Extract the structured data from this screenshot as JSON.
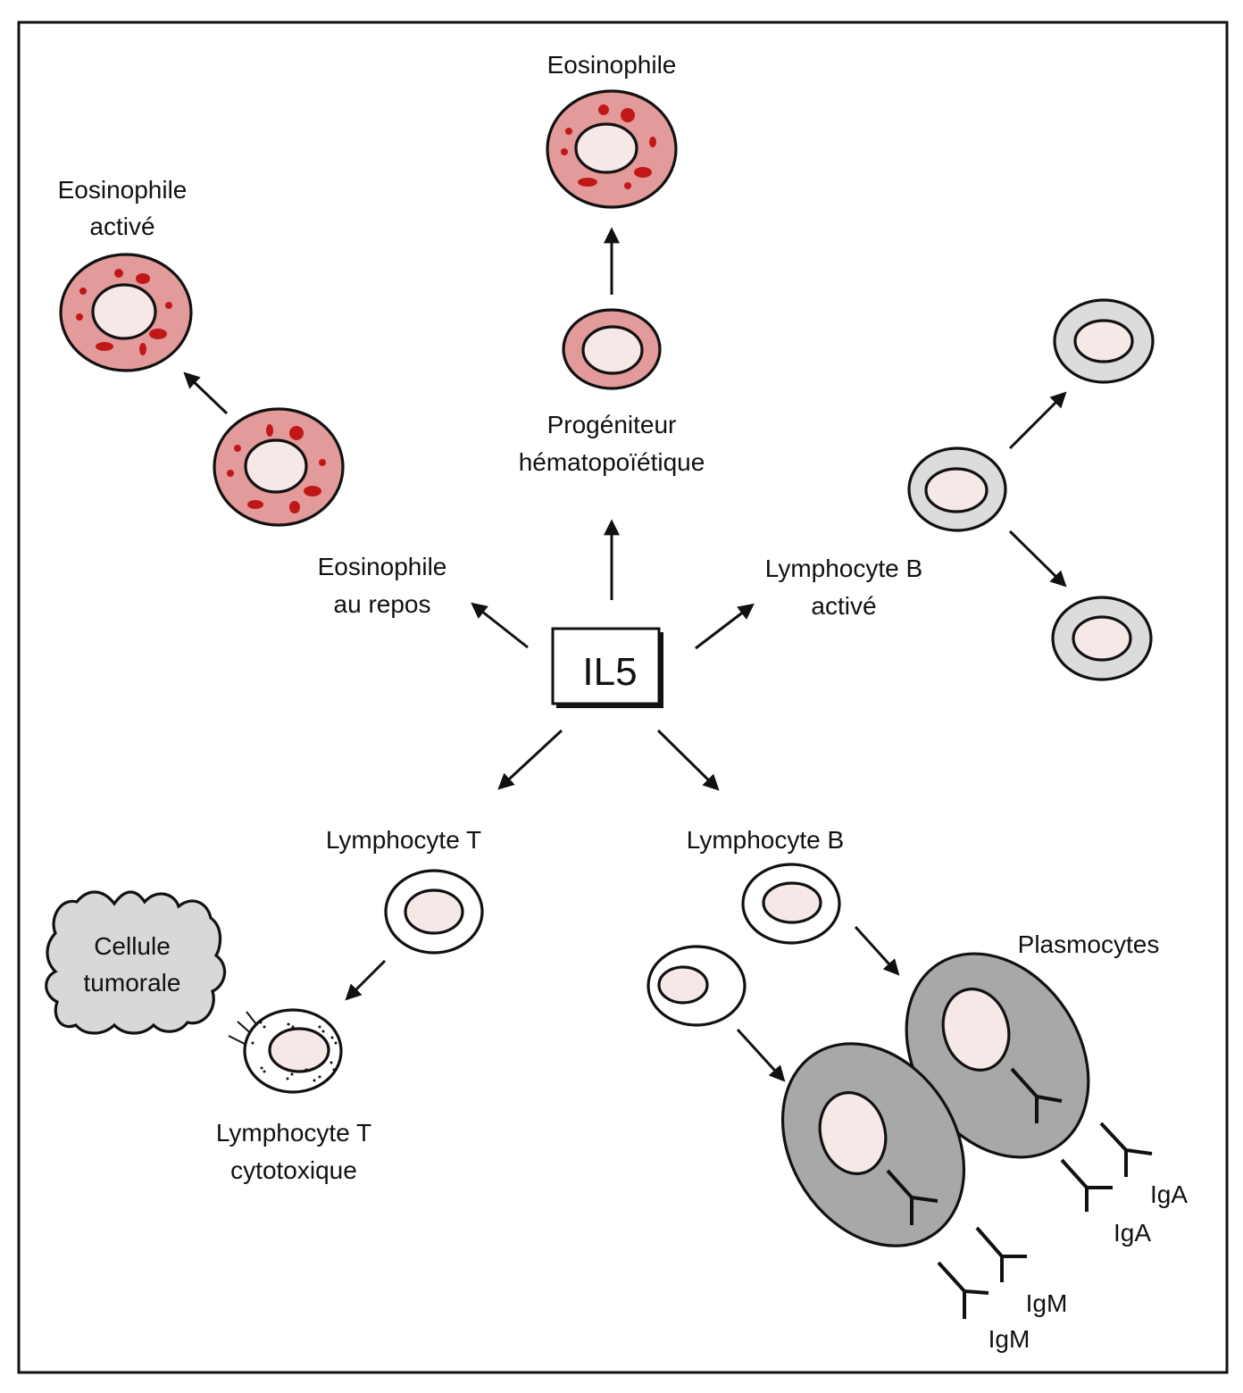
{
  "center": {
    "label": "IL5"
  },
  "colors": {
    "eosinophil_fill": "#e39a9a",
    "granule": "#c01818",
    "nucleus": "#f7e8e8",
    "b_activated_fill": "#dcdcdc",
    "plasmocyte_fill": "#a8a8a8",
    "tumor_fill": "#d8d8d8",
    "outline": "#111111"
  },
  "labels": {
    "eosinophile": "Eosinophile",
    "eosinophile_active": [
      "Eosinophile",
      "activé"
    ],
    "progeniteur": [
      "Progéniteur",
      "hématopoïétique"
    ],
    "eosinophile_repos": [
      "Eosinophile",
      "au repos"
    ],
    "lymphocyte_b_active": [
      "Lymphocyte B",
      "activé"
    ],
    "lymphocyte_t": "Lymphocyte T",
    "lymphocyte_b": "Lymphocyte B",
    "cellule_tumorale": [
      "Cellule",
      "tumorale"
    ],
    "lymphocyte_t_cytotoxique": [
      "Lymphocyte T",
      "cytotoxique"
    ],
    "plasmocytes": "Plasmocytes",
    "iga": [
      "IgA",
      "IgA"
    ],
    "igm": [
      "IgM",
      "IgM"
    ]
  }
}
